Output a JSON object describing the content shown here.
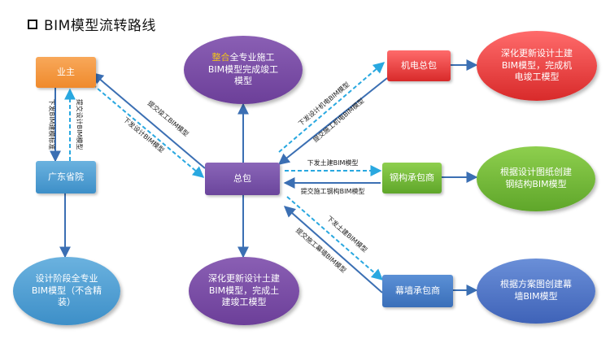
{
  "title": "BIM模型流转路线",
  "nodes": {
    "owner": "业主",
    "design_institute": "广东省院",
    "general_contractor": "总包",
    "mep": "机电总包",
    "steel": "钢构承包商",
    "curtain": "幕墙承包商",
    "design_model": "设计阶段全专业\nBIM模型（不含精\n装）",
    "deepen_model": "深化更新设计土建\nBIM模型，完成土\n建竣工模型",
    "integrate_highlight": "整合",
    "integrate_rest": "全专业施工\nBIM模型完成竣工\n模型",
    "mep_model": "深化更新设计土建\nBIM模型，完成机\n电竣工模型",
    "steel_model": "根据设计图纸创建\n钢结构BIM模型",
    "curtain_model": "根据方案图创建幕\n墙BIM模型"
  },
  "edges": {
    "owner_down": "下发BIM建模标准",
    "owner_up": "提交设计BIM模型",
    "gc_to_owner": "提交竣工BIM模型",
    "owner_to_gc": "下发设计BIM模型",
    "gc_to_mep": "下发设计机电BIM模型",
    "mep_to_gc": "提交施工机电BIM模型",
    "gc_to_steel": "下发土建BIM模型",
    "steel_to_gc": "提交施工钢构BIM模型",
    "gc_to_curtain": "下发土建BIM模型",
    "curtain_to_gc": "提交施工幕墙BIM模型"
  },
  "colors": {
    "arrow_solid": "#3b6fb3",
    "arrow_dashed": "#29a8e0"
  }
}
